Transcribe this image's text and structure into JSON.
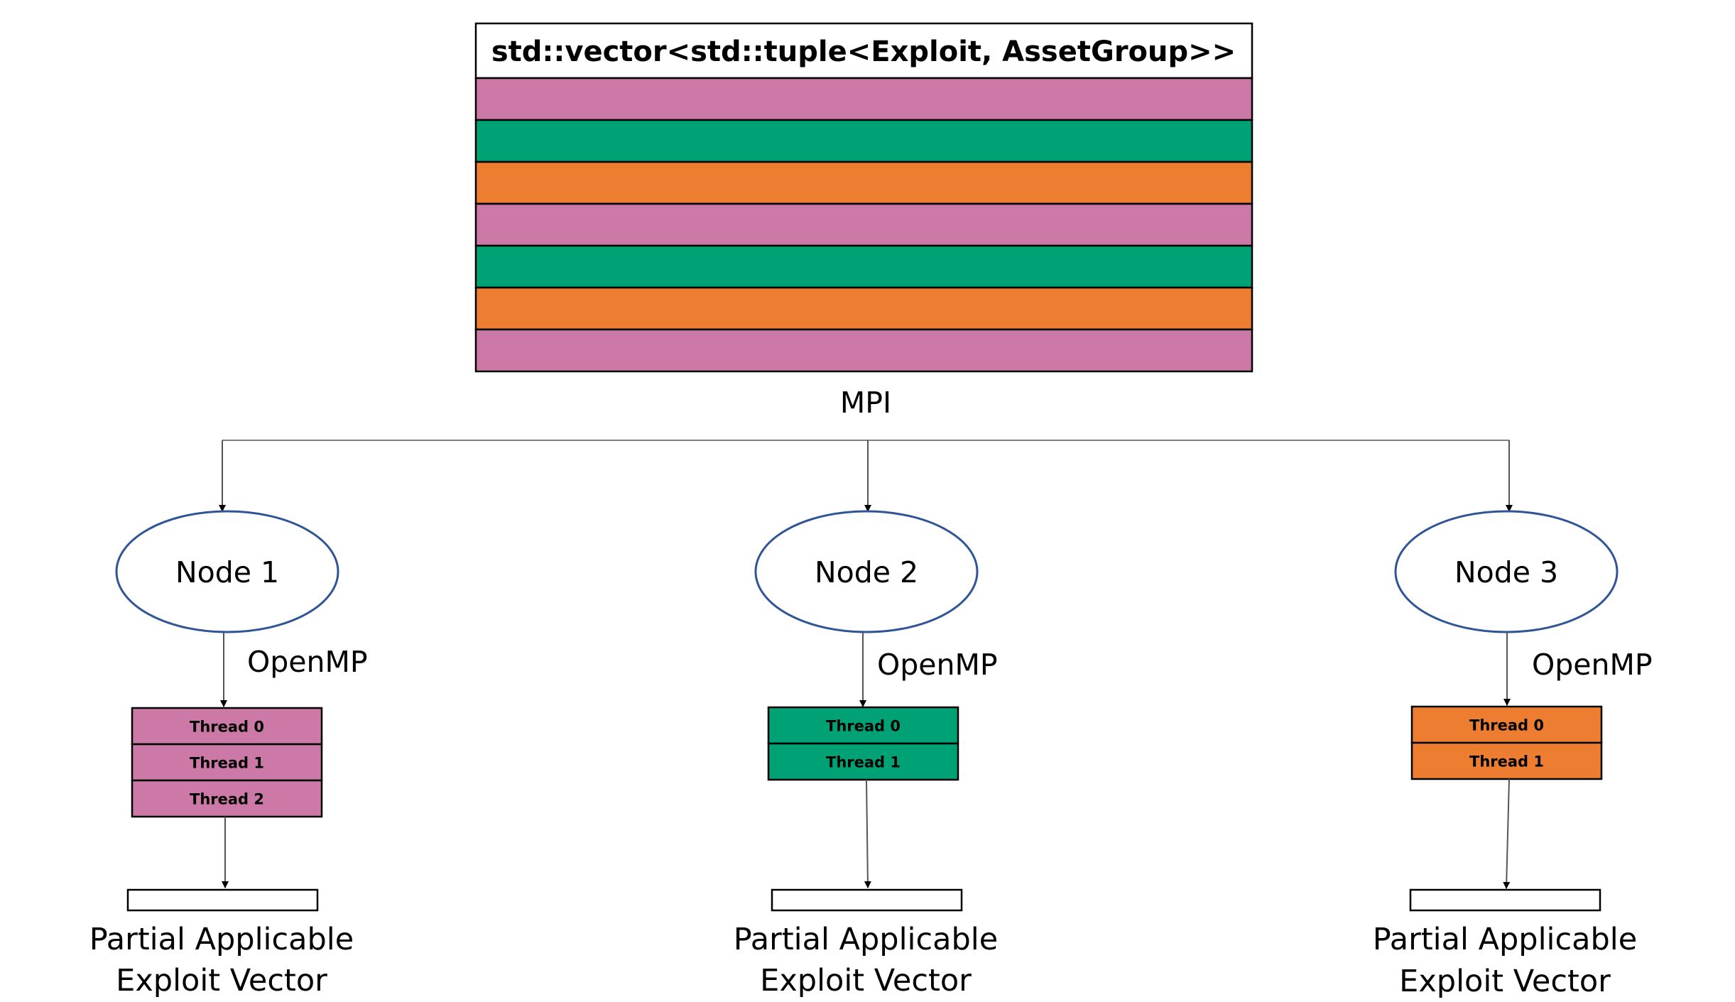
{
  "colors": {
    "pink": "#cd79a7",
    "green": "#00a275",
    "orange": "#ed7d31",
    "node_outline": "#2f5597",
    "connector": "#7f7f7f"
  },
  "vector": {
    "title": "std::vector<std::tuple<Exploit, AssetGroup>>",
    "rows": [
      "pink",
      "green",
      "orange",
      "pink",
      "green",
      "orange",
      "pink"
    ]
  },
  "mpi_label": "MPI",
  "nodes": [
    {
      "label": "Node 1",
      "openmp_label": "OpenMP",
      "color": "pink",
      "threads": [
        "Thread 0",
        "Thread 1",
        "Thread 2"
      ],
      "output_line1": "Partial Applicable",
      "output_line2": "Exploit Vector"
    },
    {
      "label": "Node 2",
      "openmp_label": "OpenMP",
      "color": "green",
      "threads": [
        "Thread 0",
        "Thread 1"
      ],
      "output_line1": "Partial Applicable",
      "output_line2": "Exploit Vector"
    },
    {
      "label": "Node 3",
      "openmp_label": "OpenMP",
      "color": "orange",
      "threads": [
        "Thread 0",
        "Thread 1"
      ],
      "output_line1": "Partial Applicable",
      "output_line2": "Exploit Vector"
    }
  ]
}
